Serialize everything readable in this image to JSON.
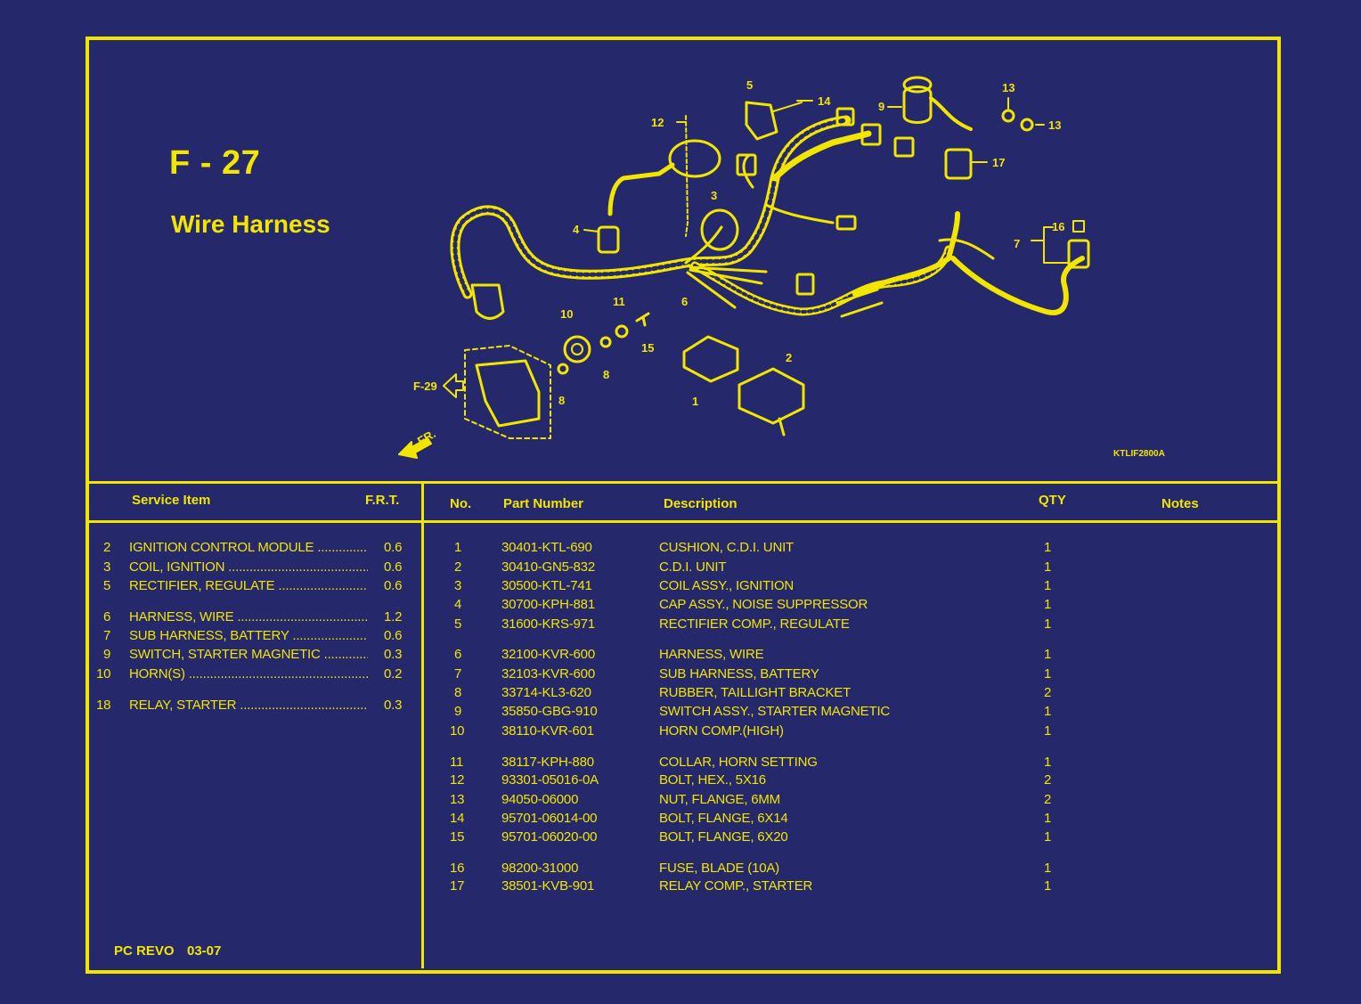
{
  "header": {
    "code": "F - 27",
    "title": "Wire Harness"
  },
  "diagram": {
    "image_code": "KTLIF2800A",
    "ref_label": "F-29",
    "fr_label": "FR.",
    "callouts": [
      "1",
      "2",
      "3",
      "4",
      "5",
      "6",
      "7",
      "8",
      "8",
      "9",
      "10",
      "11",
      "12",
      "13",
      "13",
      "14",
      "15",
      "16",
      "17"
    ]
  },
  "service": {
    "headers": {
      "item": "Service Item",
      "frt": "F.R.T."
    },
    "items": [
      {
        "no": "2",
        "name": "IGNITION CONTROL MODULE",
        "frt": "0.6"
      },
      {
        "no": "3",
        "name": "COIL, IGNITION",
        "frt": "0.6"
      },
      {
        "no": "5",
        "name": "RECTIFIER, REGULATE",
        "frt": "0.6"
      },
      {
        "no": "6",
        "name": "HARNESS, WIRE",
        "frt": "1.2"
      },
      {
        "no": "7",
        "name": "SUB HARNESS, BATTERY",
        "frt": "0.6"
      },
      {
        "no": "9",
        "name": "SWITCH, STARTER MAGNETIC",
        "frt": "0.3"
      },
      {
        "no": "10",
        "name": "HORN(S)",
        "frt": "0.2"
      },
      {
        "no": "18",
        "name": "RELAY, STARTER",
        "frt": "0.3"
      }
    ]
  },
  "parts": {
    "headers": {
      "no": "No.",
      "part": "Part Number",
      "desc": "Description",
      "qty": "QTY",
      "notes": "Notes"
    },
    "rows": [
      {
        "no": "1",
        "part": "30401-KTL-690",
        "desc": "CUSHION, C.D.I. UNIT",
        "qty": "1"
      },
      {
        "no": "2",
        "part": "30410-GN5-832",
        "desc": "C.D.I. UNIT",
        "qty": "1"
      },
      {
        "no": "3",
        "part": "30500-KTL-741",
        "desc": "COIL ASSY., IGNITION",
        "qty": "1"
      },
      {
        "no": "4",
        "part": "30700-KPH-881",
        "desc": "CAP ASSY., NOISE SUPPRESSOR",
        "qty": "1"
      },
      {
        "no": "5",
        "part": "31600-KRS-971",
        "desc": "RECTIFIER COMP., REGULATE",
        "qty": "1"
      },
      {
        "no": "6",
        "part": "32100-KVR-600",
        "desc": "HARNESS, WIRE",
        "qty": "1"
      },
      {
        "no": "7",
        "part": "32103-KVR-600",
        "desc": "SUB HARNESS, BATTERY",
        "qty": "1"
      },
      {
        "no": "8",
        "part": "33714-KL3-620",
        "desc": "RUBBER, TAILLIGHT BRACKET",
        "qty": "2"
      },
      {
        "no": "9",
        "part": "35850-GBG-910",
        "desc": "SWITCH ASSY., STARTER MAGNETIC",
        "qty": "1"
      },
      {
        "no": "10",
        "part": "38110-KVR-601",
        "desc": "HORN COMP.(HIGH)",
        "qty": "1"
      },
      {
        "no": "11",
        "part": "38117-KPH-880",
        "desc": "COLLAR, HORN SETTING",
        "qty": "1"
      },
      {
        "no": "12",
        "part": "93301-05016-0A",
        "desc": "BOLT, HEX., 5X16",
        "qty": "2"
      },
      {
        "no": "13",
        "part": "94050-06000",
        "desc": "NUT, FLANGE, 6MM",
        "qty": "2"
      },
      {
        "no": "14",
        "part": "95701-06014-00",
        "desc": "BOLT, FLANGE, 6X14",
        "qty": "1"
      },
      {
        "no": "15",
        "part": "95701-06020-00",
        "desc": "BOLT, FLANGE, 6X20",
        "qty": "1"
      },
      {
        "no": "16",
        "part": "98200-31000",
        "desc": "FUSE, BLADE (10A)",
        "qty": "1"
      },
      {
        "no": "17",
        "part": "38501-KVB-901",
        "desc": "RELAY COMP., STARTER",
        "qty": "1"
      }
    ]
  },
  "footer": {
    "model": "PC REVO",
    "date": "03-07"
  },
  "colors": {
    "background": "#25286a",
    "line": "#f2e600"
  }
}
